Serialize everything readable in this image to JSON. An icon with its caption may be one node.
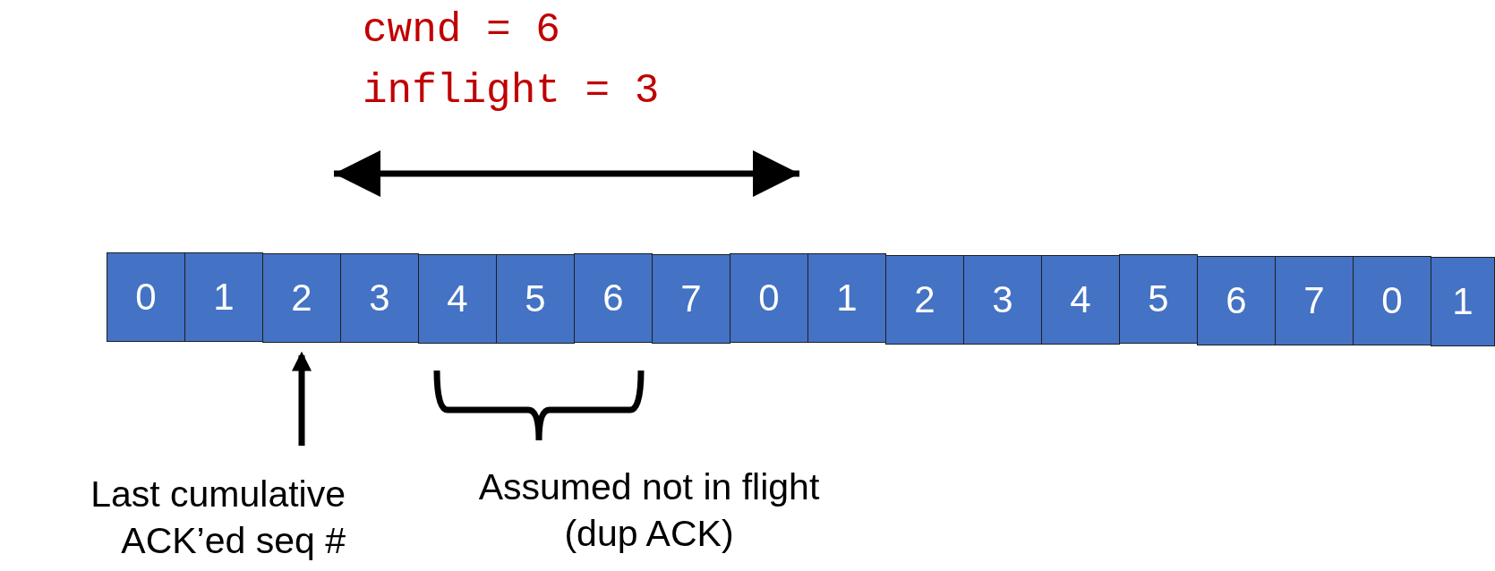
{
  "diagram": {
    "nodes": [
      {
        "text": [
          "0"
        ]
      },
      {
        "text": [
          "1"
        ]
      },
      {
        "text": [
          "2"
        ]
      },
      {
        "text": [
          "3"
        ]
      },
      {
        "text": [
          "4"
        ]
      },
      {
        "text": [
          "5"
        ]
      },
      {
        "text": [
          "6"
        ]
      },
      {
        "text": [
          "7"
        ]
      },
      {
        "text": [
          "0"
        ]
      },
      {
        "text": [
          "1"
        ]
      },
      {
        "text": [
          "2"
        ]
      },
      {
        "text": [
          "3"
        ]
      },
      {
        "text": [
          "4"
        ]
      },
      {
        "text": [
          "5"
        ]
      },
      {
        "text": [
          "6"
        ]
      },
      {
        "text": [
          "7"
        ]
      },
      {
        "text": [
          "0"
        ]
      },
      {
        "text": [
          "1"
        ]
      },
      {
        "text": [
          "Last cumulative ACK’ed seq #"
        ]
      }
    ],
    "edges": [
      {
        "from": 18,
        "to": 2,
        "arrow": "to"
      }
    ],
    "labels": [
      "cwnd = 6",
      "inflight = 3",
      "Assumed not in flight (dup ACK)"
    ]
  }
}
